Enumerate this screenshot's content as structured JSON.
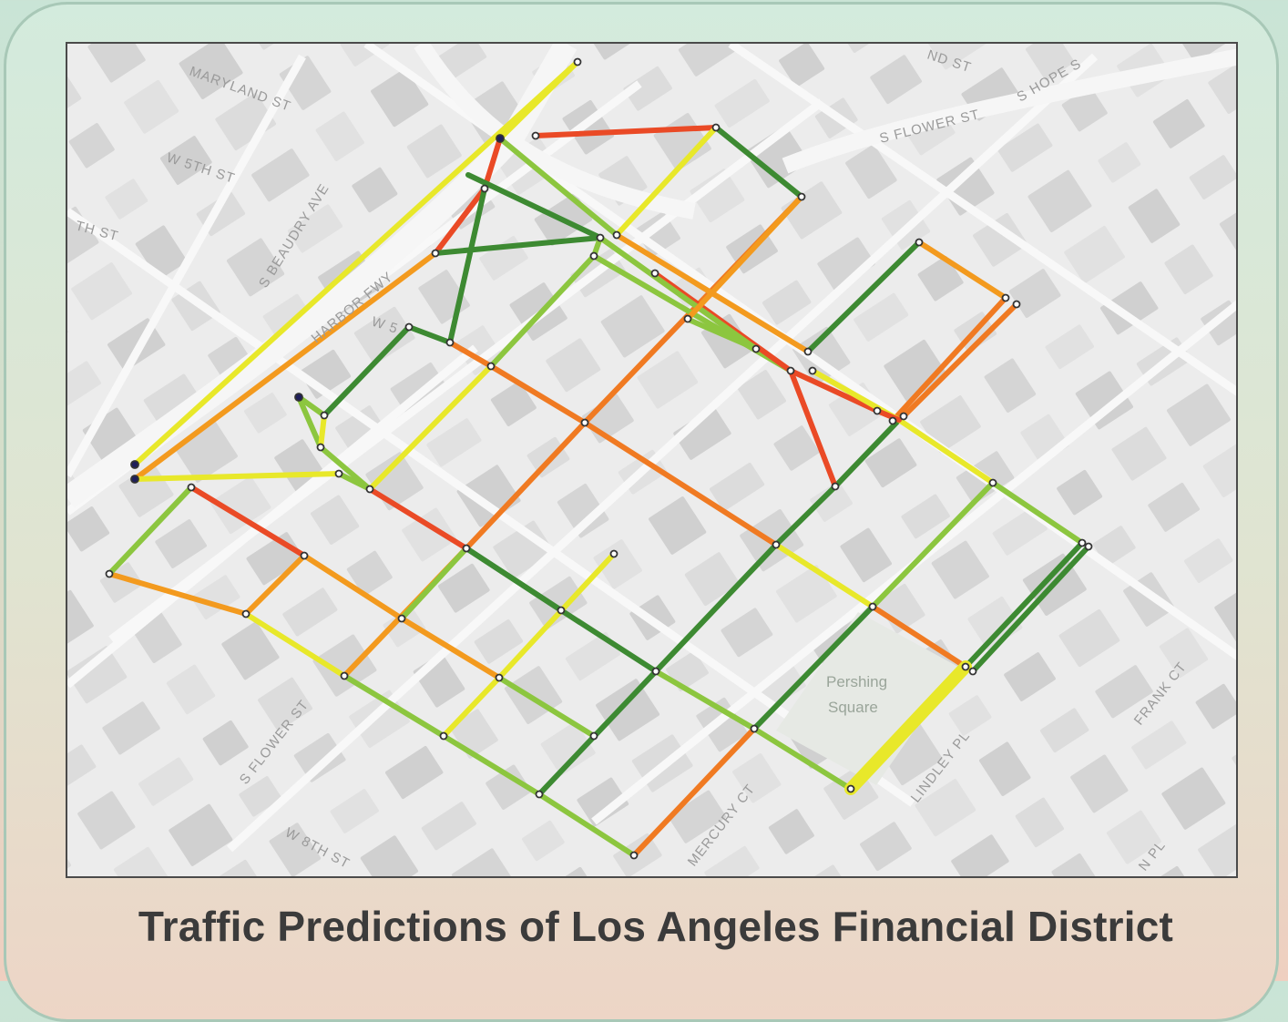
{
  "caption": "Traffic Predictions of Los Angeles Financial District",
  "colors": {
    "dark_green": "#3d8a32",
    "green": "#8cc63f",
    "yellow": "#e8e82a",
    "orange": "#f39a1e",
    "dark_orange": "#f07a22",
    "red": "#ea4a26",
    "node_stroke": "#333333"
  },
  "map": {
    "street_labels": [
      "MARYLAND ST",
      "W 5TH ST",
      "TH ST",
      "S BEAUDRY AVE",
      "HARBOR FWY",
      "W 5",
      "ND ST",
      "S FLOWER ST",
      "S HOPE S",
      "S FLOWER ST",
      "W 8TH ST",
      "MERCURY CT",
      "LINDLEY PL",
      "FRANK CT",
      "N PL"
    ],
    "park_label": [
      "Pershing",
      "Square"
    ]
  },
  "icons": {
    "node": "node-dot-icon"
  }
}
